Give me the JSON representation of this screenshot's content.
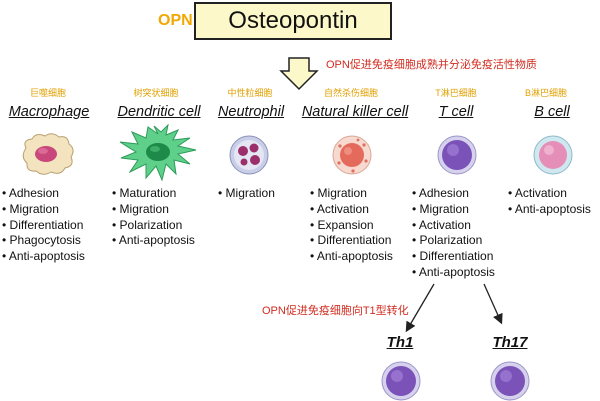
{
  "header": {
    "abbr": "OPN",
    "title": "Osteopontin"
  },
  "notes": {
    "top": "OPN促进免疫细胞成熟并分泌免疫活性物质",
    "middle": "OPN促进免疫细胞向T1型转化"
  },
  "cells": [
    {
      "cn": "巨噬细胞",
      "name": "Macrophage",
      "functions": [
        "Adhesion",
        "Migration",
        "Differentiation",
        "Phagocytosis",
        "Anti-apoptosis"
      ]
    },
    {
      "cn": "树突状细胞",
      "name": "Dendritic cell",
      "functions": [
        "Maturation",
        "Migration",
        "Polarization",
        "Anti-apoptosis"
      ]
    },
    {
      "cn": "中性粒细胞",
      "name": "Neutrophil",
      "functions": [
        "Migration"
      ]
    },
    {
      "cn": "自然杀伤细胞",
      "name": "Natural killer cell",
      "functions": [
        "Migration",
        "Activation",
        "Expansion",
        "Differentiation",
        "Anti-apoptosis"
      ]
    },
    {
      "cn": "T淋巴细胞",
      "name": "T cell",
      "functions": [
        "Adhesion",
        "Migration",
        "Activation",
        "Polarization",
        "Differentiation",
        "Anti-apoptosis"
      ]
    },
    {
      "cn": "B淋巴细胞",
      "name": "B cell",
      "functions": [
        "Activation",
        "Anti-apoptosis"
      ]
    }
  ],
  "subsets": [
    {
      "name": "Th1"
    },
    {
      "name": "Th17"
    }
  ],
  "colors": {
    "opn_orange": "#f2a800",
    "title_fill": "#fdf8c9",
    "arrow_fill": "#fdf8c9",
    "note_red": "#d12b1f",
    "cn_label": "#e0a000"
  }
}
